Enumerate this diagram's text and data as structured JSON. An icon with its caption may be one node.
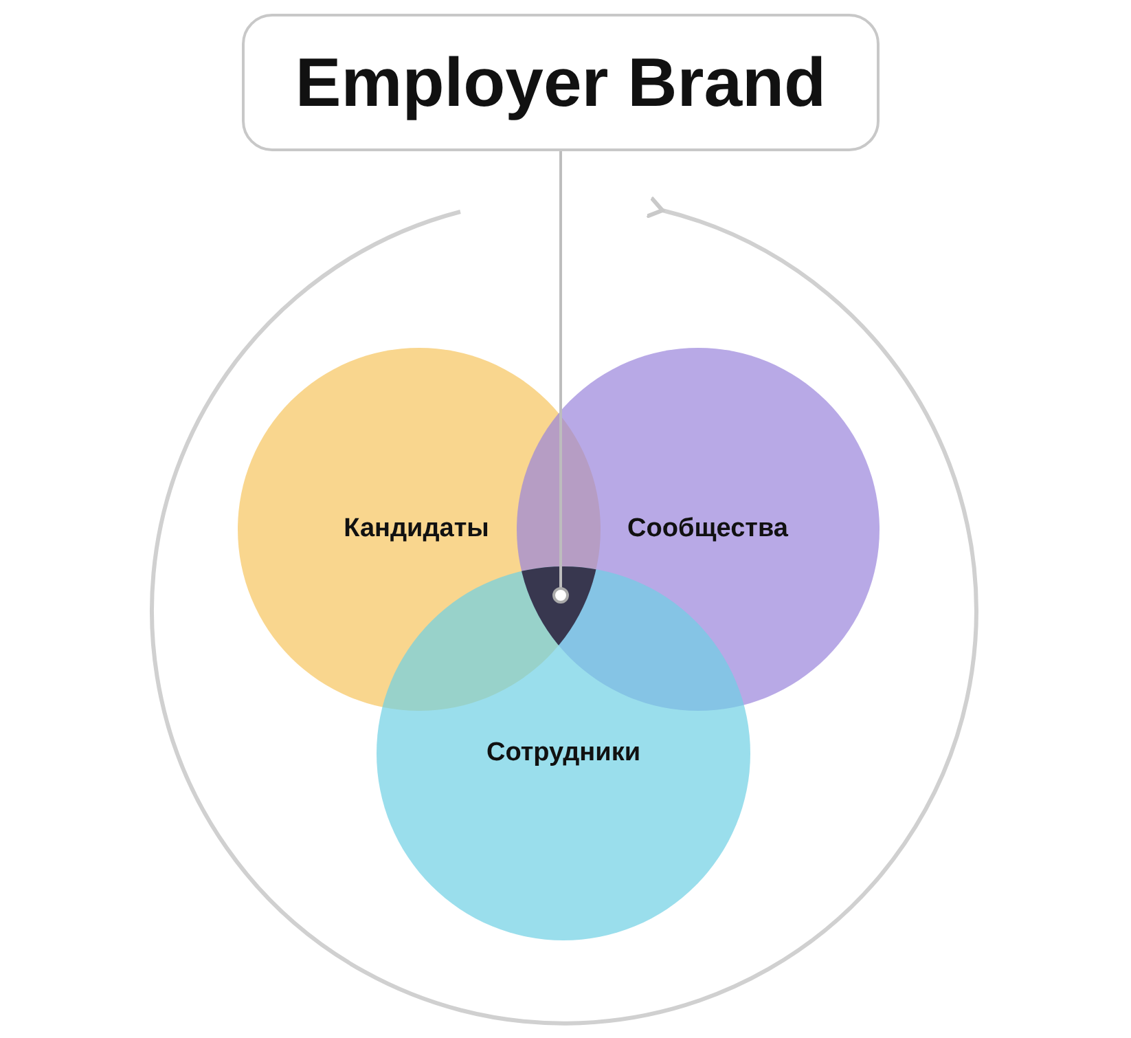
{
  "diagram": {
    "nodes": [
      {
        "text": [
          "Employer Brand"
        ]
      },
      {
        "text": [
          "Кандидаты"
        ]
      },
      {
        "text": [
          "Сообщества"
        ]
      },
      {
        "text": [
          "Сотрудники"
        ]
      },
      {
        "text": [],
        "shape": "circle"
      }
    ],
    "edges": [
      {
        "from": 0,
        "to": 4,
        "arrow": "none"
      }
    ]
  }
}
